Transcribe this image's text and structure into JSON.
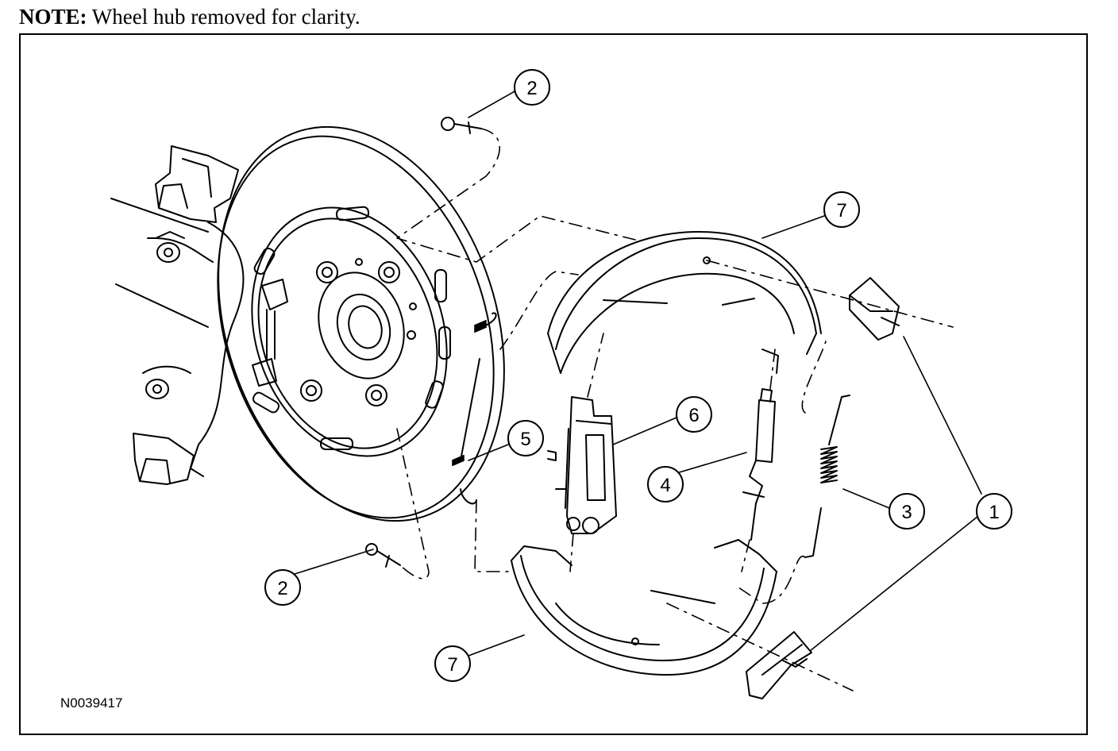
{
  "note": {
    "label": "NOTE:",
    "text": "Wheel hub removed for clarity."
  },
  "figure_id": "N0039417",
  "callouts": [
    {
      "id": "callout-2-top",
      "number": "2",
      "part": "retaining-pin"
    },
    {
      "id": "callout-7-top",
      "number": "7",
      "part": "brake-shoe-upper"
    },
    {
      "id": "callout-6",
      "number": "6",
      "part": "adjuster-assembly"
    },
    {
      "id": "callout-5",
      "number": "5",
      "part": "lower-spring"
    },
    {
      "id": "callout-4",
      "number": "4",
      "part": "adjuster-strut"
    },
    {
      "id": "callout-3",
      "number": "3",
      "part": "upper-spring"
    },
    {
      "id": "callout-1",
      "number": "1",
      "part": "hold-down-clip"
    },
    {
      "id": "callout-2-bottom",
      "number": "2",
      "part": "retaining-pin"
    },
    {
      "id": "callout-7-bottom",
      "number": "7",
      "part": "brake-shoe-lower"
    }
  ],
  "colors": {
    "line": "#000000",
    "background": "#ffffff"
  }
}
